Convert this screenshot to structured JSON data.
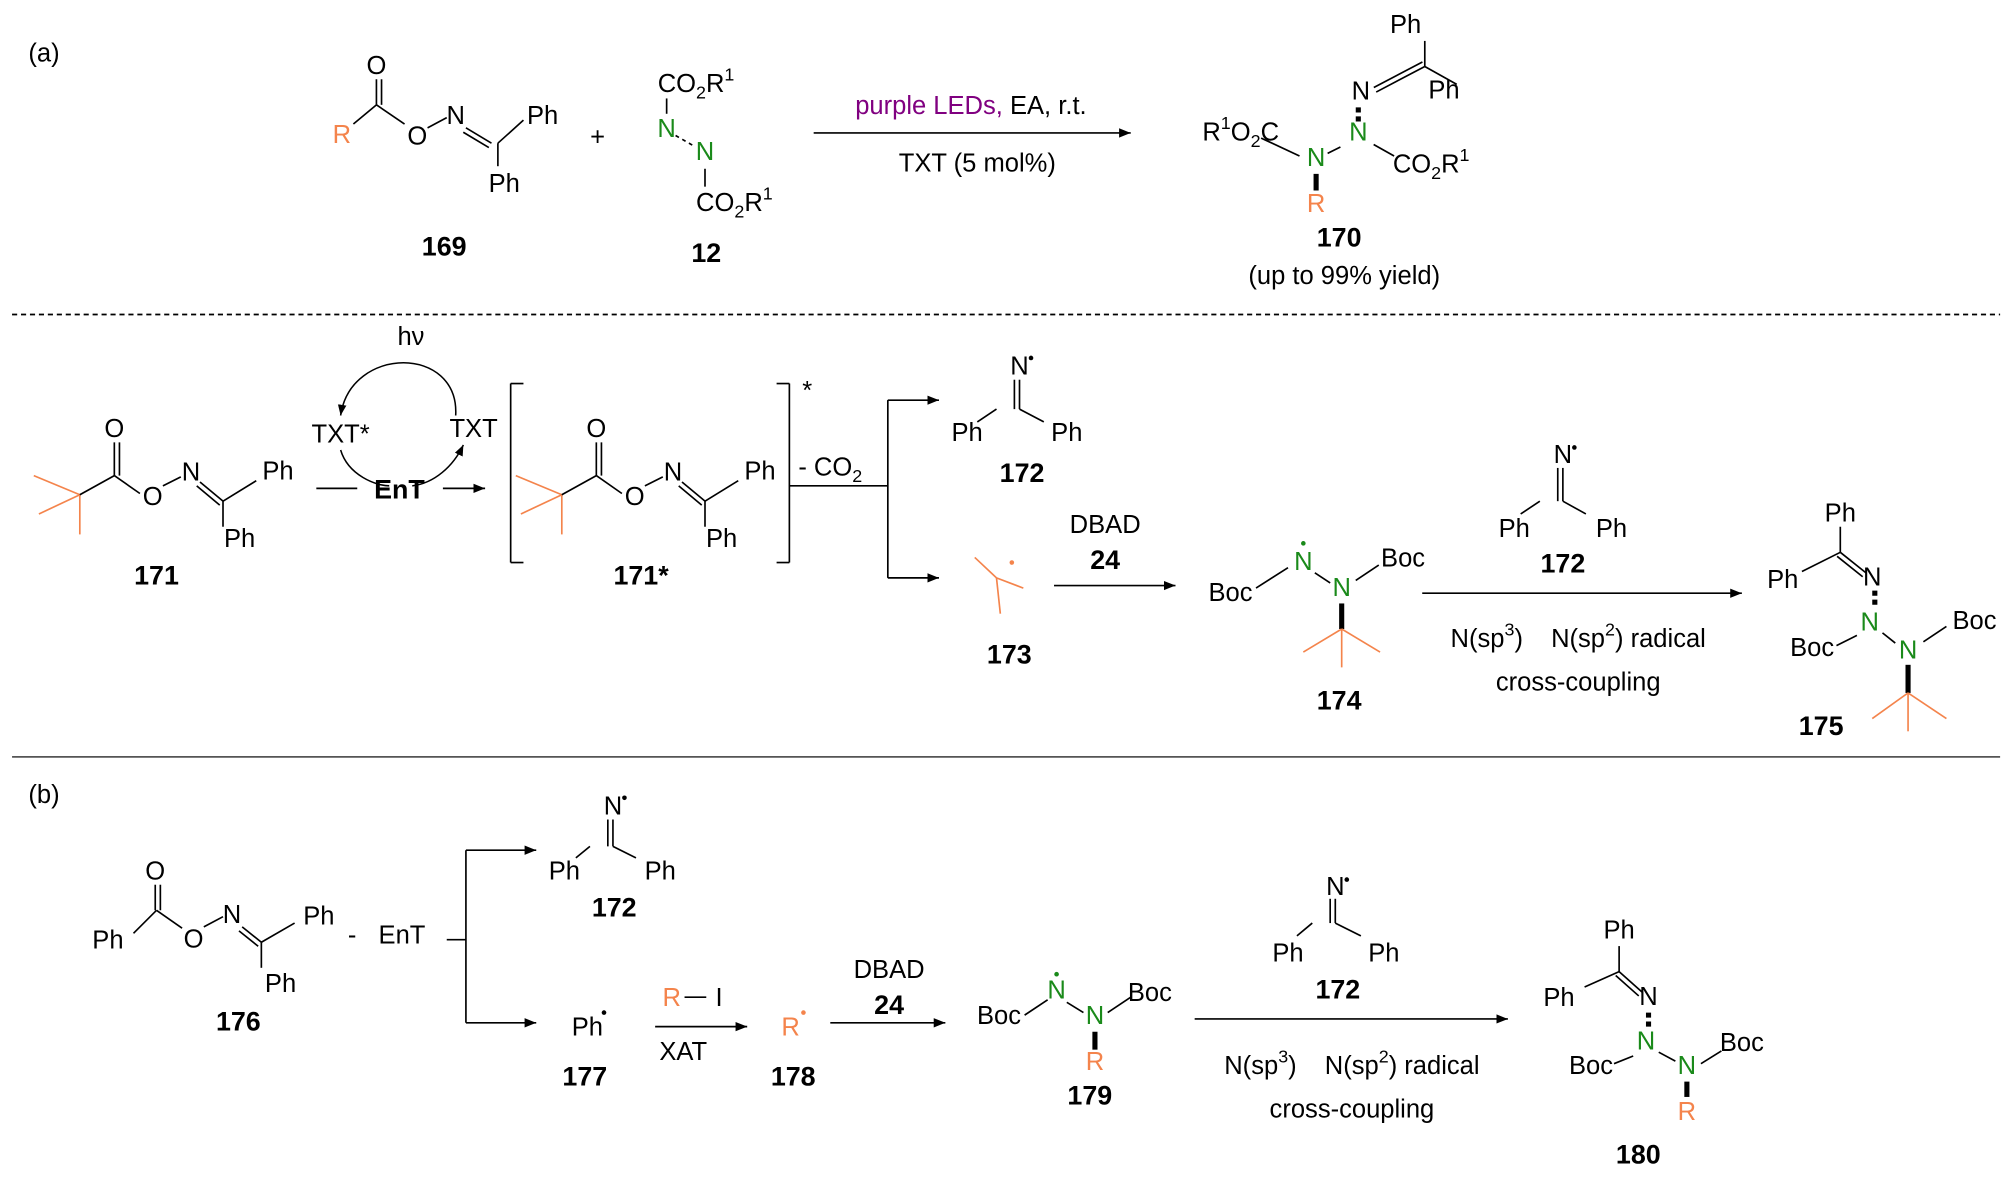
{
  "panels": {
    "a": "(a)",
    "b": "(b)"
  },
  "atoms": {
    "O": "O",
    "N": "N",
    "R": "R",
    "Ph": "Ph",
    "I": "I",
    "plus": "+",
    "star": "*"
  },
  "groups": {
    "co": "CO",
    "two": "2",
    "r": "R",
    "one": "1",
    "o": "O",
    "c": "C",
    "boc": "Boc"
  },
  "compounds": {
    "c169": "169",
    "c12": "12",
    "c170": "170",
    "c171": "171",
    "c171s": "171*",
    "c172": "172",
    "c173": "173",
    "c174": "174",
    "c175": "175",
    "c176": "176",
    "c177": "177",
    "c178": "178",
    "c179": "179",
    "c180": "180",
    "c24": "24"
  },
  "conditions": {
    "purple": "purple LEDs,",
    "rest": " EA, r.t.",
    "catalyst": "TXT (5 mol%)",
    "yield": "(up to 99% yield)",
    "hv": "hν",
    "txt_star": "TXT*",
    "txt": "TXT",
    "ent": "EnT",
    "minus": "-",
    "co2_minus": "- CO",
    "dbad": "DBAD",
    "xat": "XAT",
    "coupling_1": "N(sp",
    "sup3": "3",
    "coupling_2": ")",
    "coupling_3": "N(sp",
    "sup2": "2",
    "coupling_4": ") radical",
    "coupling_b": "cross-coupling"
  },
  "colors": {
    "r_group": "#f4844c",
    "nitrogen": "#1a8a1a",
    "light": "#800080"
  }
}
